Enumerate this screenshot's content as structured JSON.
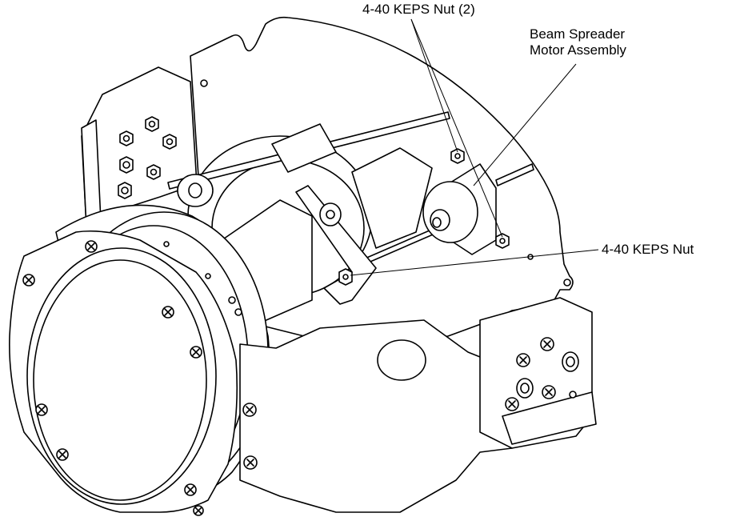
{
  "callouts": {
    "nut_pair": "4-40 KEPS Nut (2)",
    "motor_line1": "Beam Spreader",
    "motor_line2": "Motor Assembly",
    "nut_single": "4-40 KEPS Nut"
  },
  "colors": {
    "line": "#000000",
    "background": "#ffffff"
  }
}
